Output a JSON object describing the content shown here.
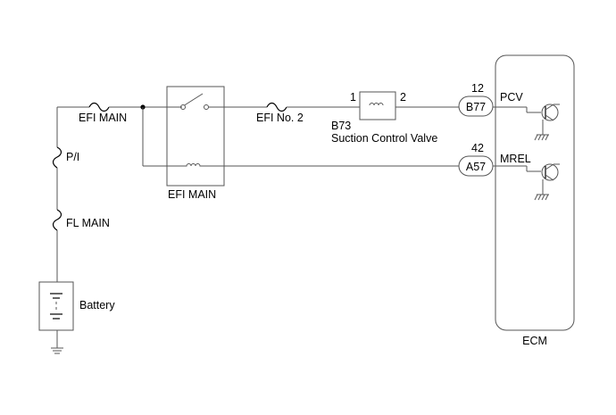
{
  "diagram": {
    "fuses": {
      "efi_main": "EFI MAIN",
      "efi_no2": "EFI No. 2",
      "pi": "P/I",
      "fl_main": "FL MAIN"
    },
    "relay_label": "EFI MAIN",
    "battery_label": "Battery",
    "valve": {
      "code": "B73",
      "name": "Suction Control Valve",
      "pin_left": "1",
      "pin_right": "2"
    },
    "connectors": [
      {
        "code": "B77",
        "pin": "12",
        "signal": "PCV"
      },
      {
        "code": "A57",
        "pin": "42",
        "signal": "MREL"
      }
    ],
    "ecm_label": "ECM"
  }
}
